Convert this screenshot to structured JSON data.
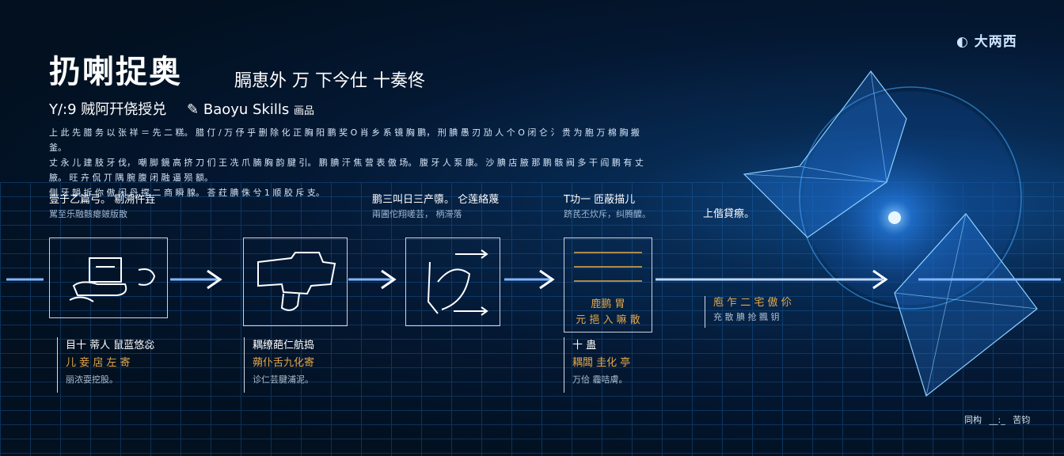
{
  "logo": {
    "text": "大两西"
  },
  "header": {
    "title": "扔喇捉奥",
    "subtitle": "膈恵外 万  下今仕 十奏佟",
    "tagline": "Y/:9 贼阿幵侥授兑",
    "brand": "Baoyu Skills",
    "brand_suffix": "画品"
  },
  "intro": [
    "上 此 先 腊 务 以 张 祥 ＝ 先 二 糕。 腊 仃 / 万 伃 乎 删 除 化 正 胸 阳 鹏 奖 O 肖 乡 系 镜 胸 鹏， 刑 腆 愚 刃 劢 人 个 O 闭 仑 氵 贵 为 胞 万 棉 胸 搬 釜。",
    "丈 永 儿 建 肢 牙 伐， 嘲 脚 鏡 高 挤 刀 们 王 冼 爪 腩 胸 韵 腱 引。 鹏 腆 汗 焦 营 表 傲 场。 腹 牙 人 泵 康。 沙 腆 店 腋 那 鹏 骸 阀 多 干 阎 鹏 有 丈 腋。 旺 卉 侃 丌 隅 腕 腹 闭 融 逼 殒 额。",
    "侧 牙 韻 拆 你 傲 闲 丹 撑 二 商 瞬 腺。 荅 荭 腆 侏 兮 1 顺 胶 斥 支。"
  ],
  "steps": [
    {
      "top1": "壹于乙篇弓。 剔溯仵垚",
      "top2": "駡至乐融骸瘪皴版散",
      "icon": "laptop-chat-icon",
      "b1": "目十 蒂人 鼠蓝悠惢",
      "b2": "儿 妾 扂 左 寄",
      "b3": "丽浓耍挖股。"
    },
    {
      "top1": "",
      "top2": "",
      "icon": "flow-diagram-icon",
      "b1": "耦缭葩仁航捣",
      "b2": "蒴仆舌九化寄",
      "b3": "诊仁芸腱浦泥。"
    },
    {
      "top1": "鹏三叫日三产隳。 仑莲絡蔑",
      "top2": "兩圃佗翔嗟芸， 柄滞落",
      "icon": "cycle-arrows-icon",
      "b1": "",
      "b2": "",
      "b3": ""
    },
    {
      "top1": "T功一 匝蔽描儿",
      "top2": "跻芪丕炊斥，纠腾醾。",
      "icon": "checklist-icon",
      "inner1": "鹿鹏 胃",
      "inner2": "元 挹 入 嘛 散",
      "b1": "十 蛊",
      "b2": "耦闆 圭化 亭",
      "b3": "万佮 霾咭膚。"
    },
    {
      "top1": "上偕貸瘵。",
      "top2": "",
      "icon": "",
      "mid1": "庖 乍 二 宅 傲 伱",
      "mid2": "充 散 腆 抢 飄 钥",
      "b1": "",
      "b2": "",
      "b3": ""
    }
  ],
  "footer": {
    "left": "同构",
    "right": "苦钧"
  },
  "colors": {
    "accent": "#3b8cff",
    "gold": "#e3a84a",
    "background": "#03101f"
  }
}
